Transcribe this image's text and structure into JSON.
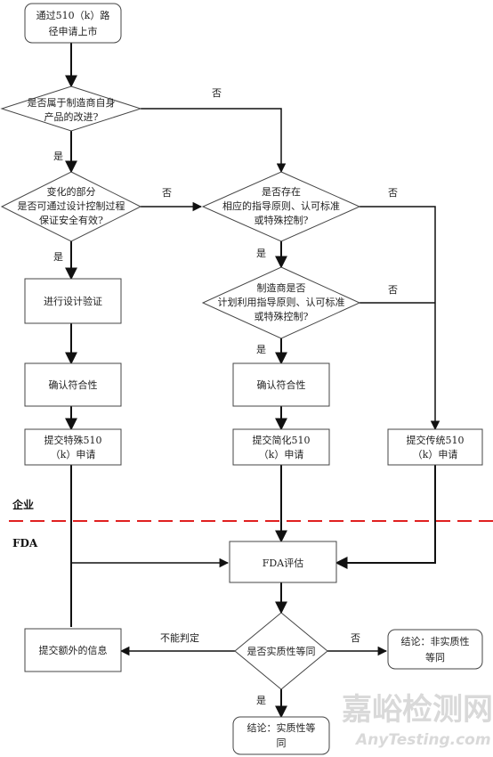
{
  "nodes": {
    "start": [
      "通过510（k）路",
      "径申请上市"
    ],
    "q_own_product": [
      "是否属于制造商自身",
      "产品的改进?"
    ],
    "q_design_control": [
      "变化的部分",
      "是否可通过设计控制过程",
      "保证安全有效?"
    ],
    "q_guidance_exists": [
      "是否存在",
      "相应的指导原则、认可标准",
      "或特殊控制?"
    ],
    "q_plan_use": [
      "制造商是否",
      "计划利用指导原则、认可标准",
      "或特殊控制?"
    ],
    "design_verification": [
      "进行设计验证"
    ],
    "confirm_conformity_1": [
      "确认符合性"
    ],
    "confirm_conformity_2": [
      "确认符合性"
    ],
    "submit_special": [
      "提交特殊510",
      "（k）申请"
    ],
    "submit_abbreviated": [
      "提交简化510",
      "（k）申请"
    ],
    "submit_traditional": [
      "提交传统510",
      "（k）申请"
    ],
    "fda_eval": [
      "FDA评估"
    ],
    "q_substantial_equivalence": [
      "是否实质性等同"
    ],
    "submit_extra_info": [
      "提交额外的信息"
    ],
    "conclusion_not_equivalent": [
      "结论：非实质性",
      "等同"
    ],
    "conclusion_equivalent": [
      "结论：实质性等",
      "同"
    ]
  },
  "edge_labels": {
    "no_1": "否",
    "yes_1": "是",
    "no_2": "否",
    "no_3": "否",
    "yes_2": "是",
    "no_4": "否",
    "yes_3": "是",
    "yes_4": "是",
    "undetermined": "不能判定",
    "no_5": "否",
    "yes_5": "是"
  },
  "sections": {
    "enterprise": "企业",
    "fda": "FDA"
  },
  "watermark": {
    "cn": "嘉峪检测网",
    "en": "AnyTesting.com"
  },
  "colors": {
    "separator": "#e02020",
    "stroke": "#111111"
  }
}
